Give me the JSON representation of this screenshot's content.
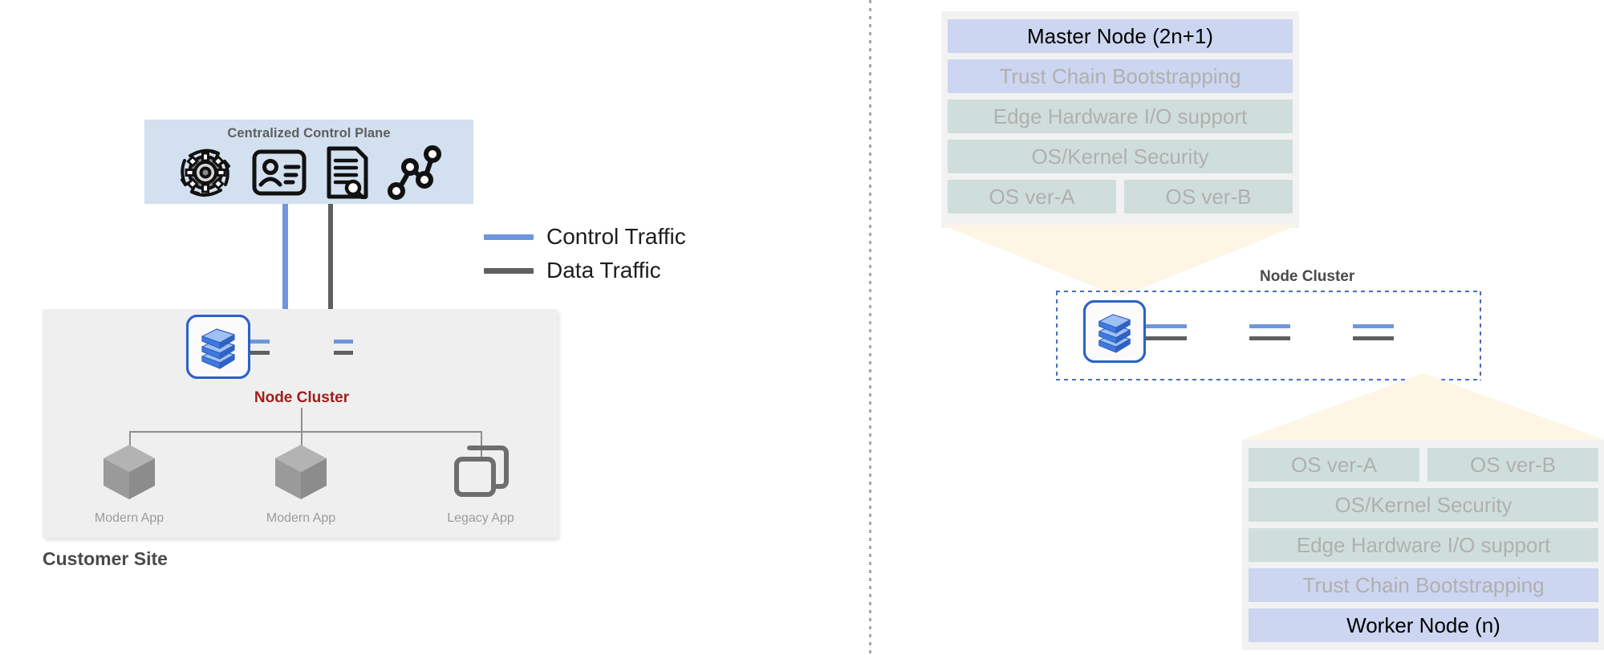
{
  "left": {
    "control_plane": {
      "title": "Centralized Control Plane",
      "icons": [
        "lifecycle-gear-icon",
        "identity-card-icon",
        "audit-document-search-icon",
        "network-graph-icon"
      ]
    },
    "legend": [
      {
        "label": "Control Traffic",
        "color": "#6f96dc"
      },
      {
        "label": "Data Traffic",
        "color": "#606060"
      }
    ],
    "customer_site": {
      "label": "Customer Site",
      "cluster_label": "Node Cluster",
      "cluster_label_color": "#a01f19",
      "node_count": 3,
      "apps": [
        {
          "label": "Modern App",
          "icon": "cube-icon"
        },
        {
          "label": "Modern App",
          "icon": "cube-icon"
        },
        {
          "label": "Legacy App",
          "icon": "stacked-windows-icon"
        }
      ]
    }
  },
  "right": {
    "master_stack": {
      "title": "Master Node (2n+1)",
      "layers": [
        {
          "label": "Master Node (2n+1)",
          "tone": "blue",
          "emphasis": true
        },
        {
          "label": "Trust Chain Bootstrapping",
          "tone": "blue",
          "emphasis": false
        },
        {
          "label": "Edge Hardware I/O support",
          "tone": "teal",
          "emphasis": false
        },
        {
          "label": "OS/Kernel Security",
          "tone": "teal",
          "emphasis": false
        }
      ],
      "os_row": [
        {
          "label": "OS ver-A",
          "tone": "teal"
        },
        {
          "label": "OS ver-B",
          "tone": "teal"
        }
      ]
    },
    "cluster": {
      "label": "Node Cluster",
      "label_color": "#4a4a4a",
      "node_count": 4
    },
    "worker_stack": {
      "title": "Worker Node (n)",
      "os_row": [
        {
          "label": "OS ver-A",
          "tone": "teal"
        },
        {
          "label": "OS ver-B",
          "tone": "teal"
        }
      ],
      "layers": [
        {
          "label": "OS/Kernel Security",
          "tone": "teal",
          "emphasis": false
        },
        {
          "label": "Edge Hardware I/O support",
          "tone": "teal",
          "emphasis": false
        },
        {
          "label": "Trust Chain Bootstrapping",
          "tone": "blue",
          "emphasis": false
        },
        {
          "label": "Worker Node (n)",
          "tone": "blue",
          "emphasis": true
        }
      ]
    }
  },
  "colors": {
    "control_plane_bg": "#d2e0ef",
    "panel_bg": "#efefef",
    "stack_bg": "#f2f2f2",
    "bar_blue": "#ccd6f0",
    "bar_teal": "#cfdedb",
    "node_border": "#2b62c9",
    "funnel": "#fdf6e5",
    "control_traffic": "#6f96dc",
    "data_traffic": "#606060",
    "cluster_red": "#a01f19"
  }
}
